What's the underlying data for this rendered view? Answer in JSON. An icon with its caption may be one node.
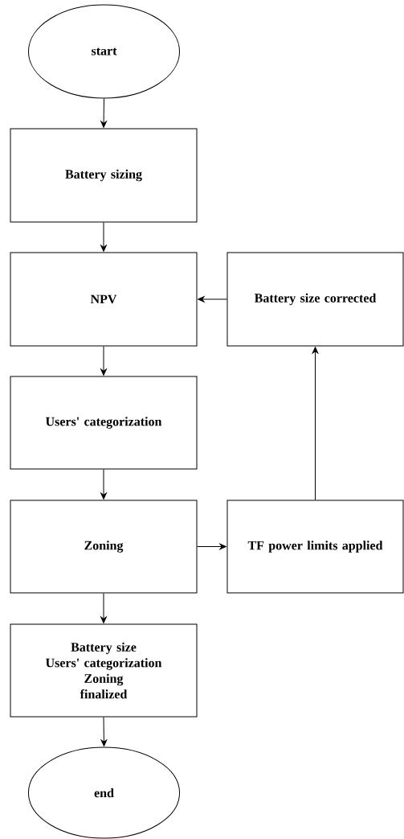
{
  "diagram": {
    "nodes": [
      {
        "text": [
          "start"
        ]
      },
      {
        "text": [
          "Battery sizing"
        ]
      },
      {
        "text": [
          "NPV"
        ]
      },
      {
        "text": [
          "Battery size corrected"
        ]
      },
      {
        "text": [
          "Users' categorization"
        ]
      },
      {
        "text": [
          "Zoning"
        ]
      },
      {
        "text": [
          "TF power limits applied"
        ]
      },
      {
        "text": [
          "Battery size",
          "Users' categorization",
          "Zoning",
          "finalized"
        ]
      },
      {
        "text": [
          "end"
        ]
      }
    ],
    "edges": [
      {
        "from": 0,
        "to": 1,
        "arrow": "to"
      },
      {
        "from": 1,
        "to": 2,
        "arrow": "to"
      },
      {
        "from": 2,
        "to": 4,
        "arrow": "to"
      },
      {
        "from": 4,
        "to": 5,
        "arrow": "to"
      },
      {
        "from": 5,
        "to": 6,
        "arrow": "to"
      },
      {
        "from": 6,
        "to": 3,
        "arrow": "to"
      },
      {
        "from": 3,
        "to": 2,
        "arrow": "to"
      },
      {
        "from": 5,
        "to": 7,
        "arrow": "to"
      },
      {
        "from": 7,
        "to": 8,
        "arrow": "to"
      }
    ]
  }
}
